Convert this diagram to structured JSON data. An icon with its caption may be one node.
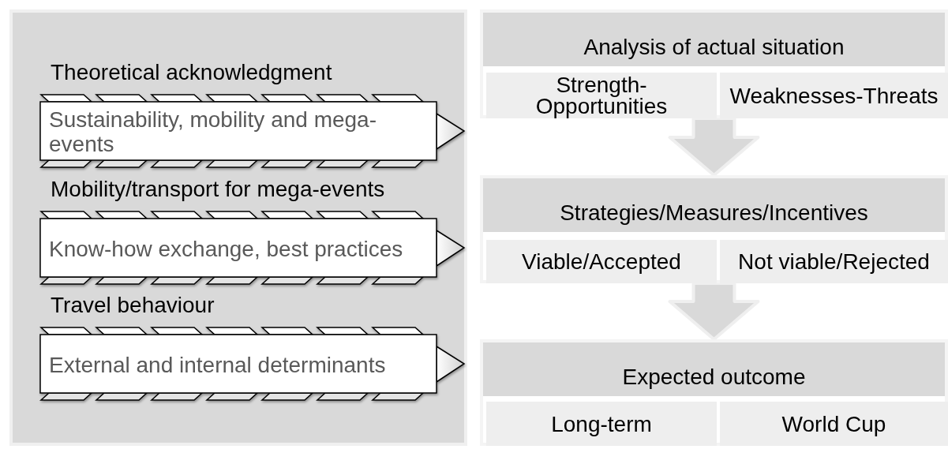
{
  "diagram": {
    "nodes": [
      {
        "text": [],
        "shape": "box"
      },
      {
        "text": [
          "Theoretical acknowledgment",
          "Sustainability, mobility and mega-events"
        ],
        "in": 0
      },
      {
        "text": [
          "Mobility/transport for mega-events",
          "Know-how exchange, best practices"
        ],
        "in": 0
      },
      {
        "text": [
          "Travel behaviour",
          "External and internal determinants"
        ],
        "in": 0
      },
      {
        "text": [
          "Analysis of actual situation"
        ]
      },
      {
        "text": [
          "Strength-Opportunities"
        ],
        "in": 4
      },
      {
        "text": [
          "Weaknesses-Threats"
        ],
        "in": 4
      },
      {
        "text": [
          "Strategies/Measures/Incentives"
        ]
      },
      {
        "text": [
          "Viable/Accepted"
        ],
        "in": 7
      },
      {
        "text": [
          "Not viable/Rejected"
        ],
        "in": 7
      },
      {
        "text": [
          "Expected outcome"
        ]
      },
      {
        "text": [
          "Long-term"
        ],
        "in": 10
      },
      {
        "text": [
          "World Cup"
        ],
        "in": 10
      }
    ],
    "edges": [
      {
        "from": 4,
        "to": 7,
        "arrow": "to"
      },
      {
        "from": 7,
        "to": 10,
        "arrow": "to"
      }
    ]
  }
}
